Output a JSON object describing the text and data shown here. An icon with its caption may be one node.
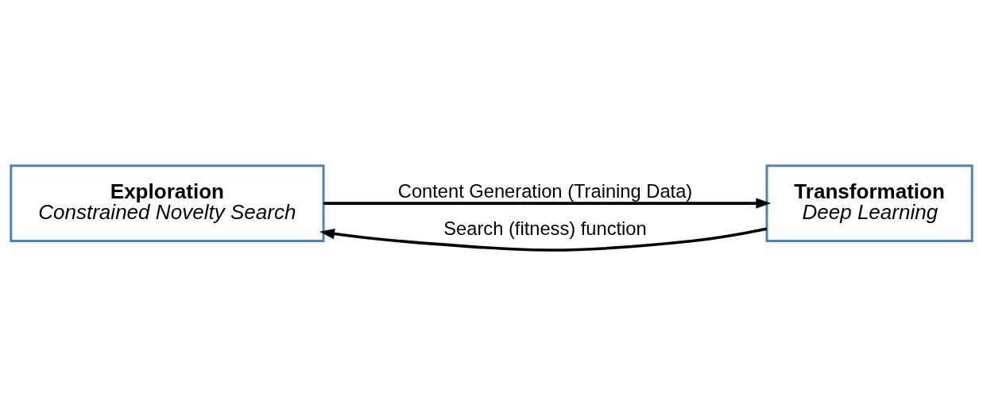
{
  "diagram": {
    "nodes": [
      {
        "text": [
          "Exploration",
          "Constrained Novelty Search"
        ]
      },
      {
        "text": [
          "Transformation",
          "Deep Learning"
        ]
      }
    ],
    "edges": [
      {
        "from": 0,
        "to": 1,
        "arrow": "to",
        "label": "Content Generation (Training Data)"
      },
      {
        "from": 1,
        "to": 0,
        "arrow": "to",
        "label": "Search (fitness) function"
      }
    ]
  }
}
